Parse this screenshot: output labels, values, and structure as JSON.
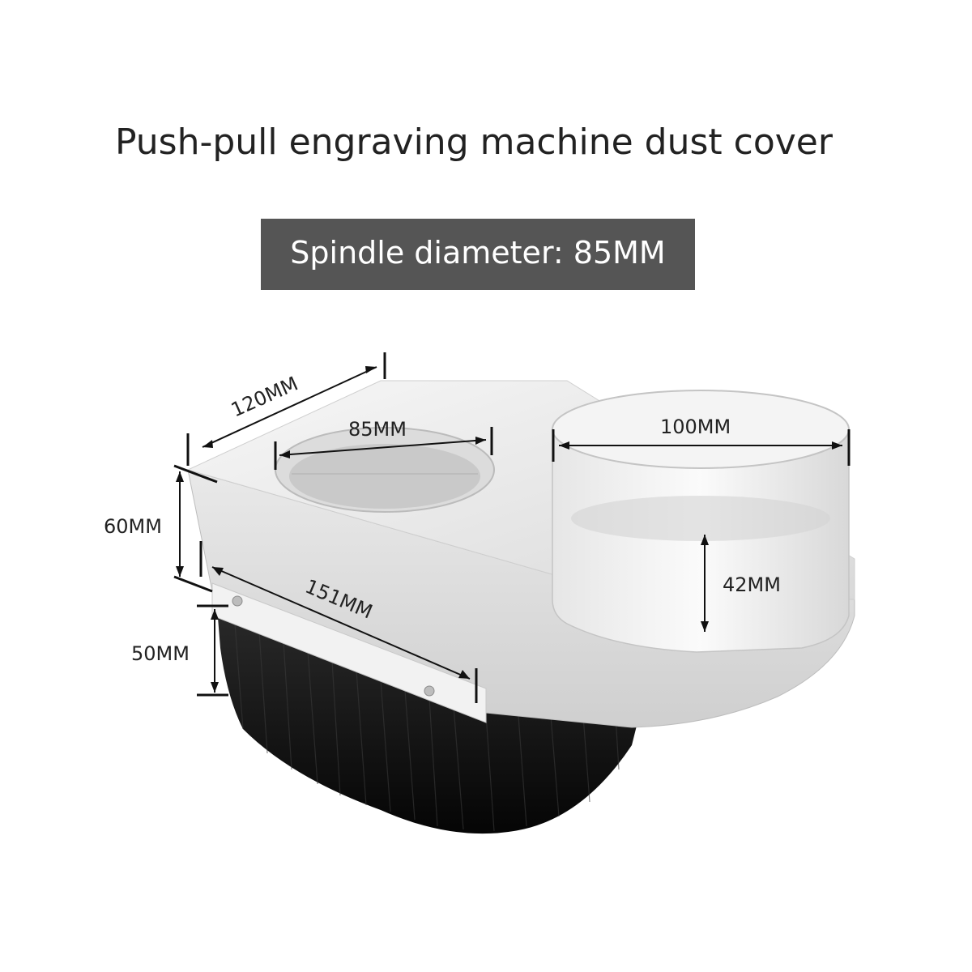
{
  "title": "Push-pull engraving machine dust cover",
  "subtitle": "Spindle diameter: 85MM",
  "dimensions": {
    "top_width": "120MM",
    "spindle_hole": "85MM",
    "outlet_diameter": "100MM",
    "body_height": "60MM",
    "length": "151MM",
    "outlet_height": "42MM",
    "brush_height": "50MM"
  },
  "colors": {
    "banner": "#555555",
    "body": "#ececec",
    "brush": "#111111"
  }
}
